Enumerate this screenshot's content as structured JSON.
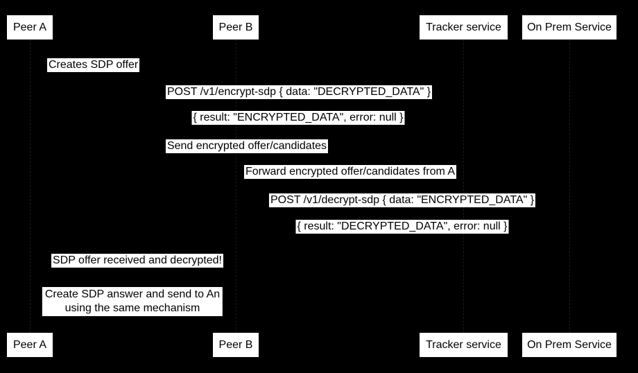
{
  "diagram": {
    "type": "sequence-diagram",
    "colors": {
      "background": "#000000",
      "box_fill": "#ffffff",
      "text": "#000000"
    }
  },
  "participants": {
    "peer_a": {
      "label": "Peer A"
    },
    "peer_b": {
      "label": "Peer B"
    },
    "tracker": {
      "label": "Tracker service"
    },
    "on_prem": {
      "label": "On Prem Service"
    }
  },
  "messages": [
    {
      "from": "Peer A",
      "to": "Peer A",
      "text": "Creates SDP offer"
    },
    {
      "from": "Peer A",
      "to": "On Prem Service",
      "text": "POST /v1/encrypt-sdp { data: \"DECRYPTED_DATA\" }"
    },
    {
      "from": "On Prem Service",
      "to": "Peer A",
      "text": "{ result: \"ENCRYPTED_DATA\", error: null }"
    },
    {
      "from": "Peer A",
      "to": "Tracker service",
      "text": "Send encrypted offer/candidates"
    },
    {
      "from": "Tracker service",
      "to": "Peer B",
      "text": "Forward encrypted offer/candidates from A"
    },
    {
      "from": "Peer B",
      "to": "On Prem Service",
      "text": "POST /v1/decrypt-sdp { data: \"ENCRYPTED_DATA\" }"
    },
    {
      "from": "On Prem Service",
      "to": "Peer B",
      "text": "{ result: \"DECRYPTED_DATA\", error: null }"
    },
    {
      "from": "Peer B",
      "to": "Peer A",
      "text": "SDP offer received and decrypted!"
    }
  ],
  "note": {
    "line1": "Create SDP answer and send to An",
    "line2": "using the same mechanism"
  }
}
